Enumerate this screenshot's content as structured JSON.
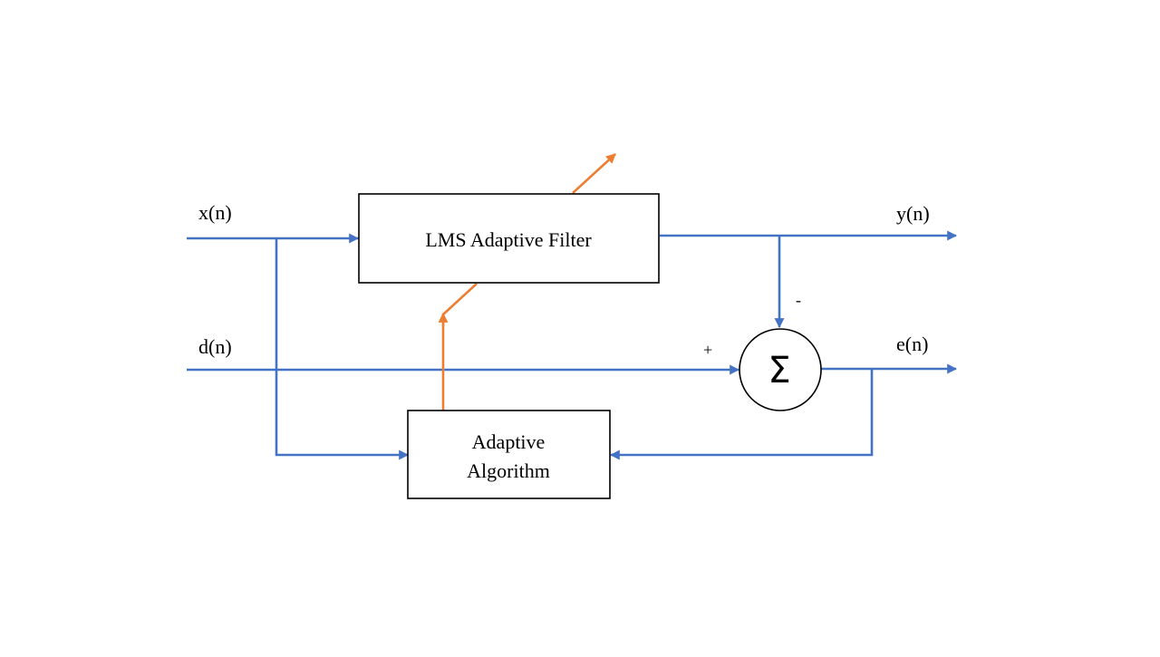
{
  "colors": {
    "signal_line": "#4472C4",
    "adaptation_line": "#ED7D31",
    "block_border": "#000000",
    "text": "#000000",
    "background": "#FFFFFF"
  },
  "signals": {
    "input": "x(n)",
    "desired": "d(n)",
    "output": "y(n)",
    "error": "e(n)"
  },
  "blocks": {
    "filter": {
      "label": "LMS Adaptive Filter"
    },
    "algorithm": {
      "label_line1": "Adaptive",
      "label_line2": "Algorithm"
    },
    "summer": {
      "symbol": "Σ"
    }
  },
  "signs": {
    "plus": "+",
    "minus": "-"
  },
  "icons": {
    "adaptation_arrow": "diagonal-arrow-icon",
    "flow_arrow": "arrowhead-icon"
  }
}
